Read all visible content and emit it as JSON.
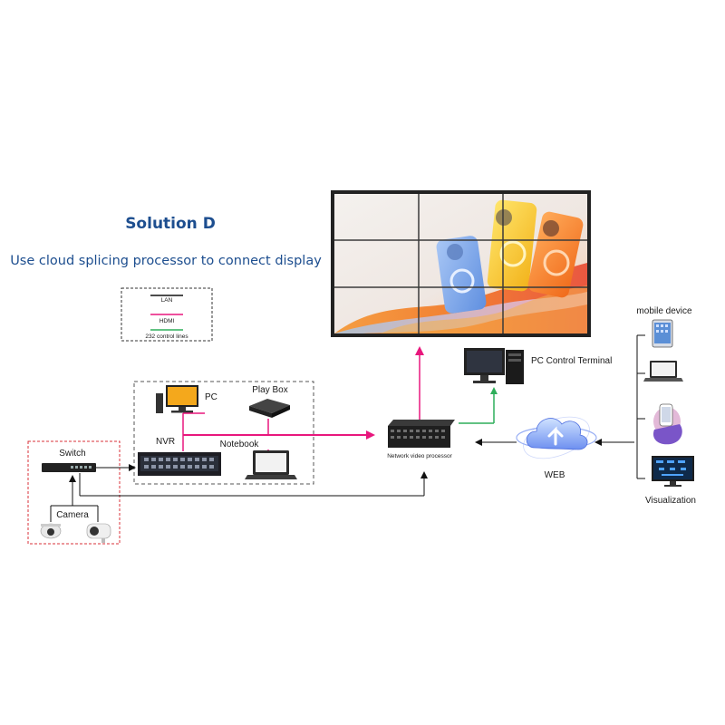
{
  "header": {
    "title": "Solution D",
    "subtitle": "Use cloud splicing processor to connect display"
  },
  "legend": {
    "items": [
      {
        "label": "LAN",
        "color": "#111111"
      },
      {
        "label": "HDMI",
        "color": "#e8177d"
      },
      {
        "label": "232 control lines",
        "color": "#2eae5a"
      }
    ]
  },
  "devices": {
    "pc": "PC",
    "play_box": "Play Box",
    "nvr": "NVR",
    "notebook": "Notebook",
    "switch": "Switch",
    "camera": "Camera",
    "processor": "Network video processor",
    "pc_control": "PC Control Terminal",
    "web": "WEB",
    "mobile_device": "mobile device",
    "visualization": "Visualization"
  },
  "colors": {
    "lan": "#111111",
    "hdmi": "#e8177d",
    "control": "#2eae5a",
    "title": "#1d4e8f",
    "camera_box": "#d9303a"
  }
}
